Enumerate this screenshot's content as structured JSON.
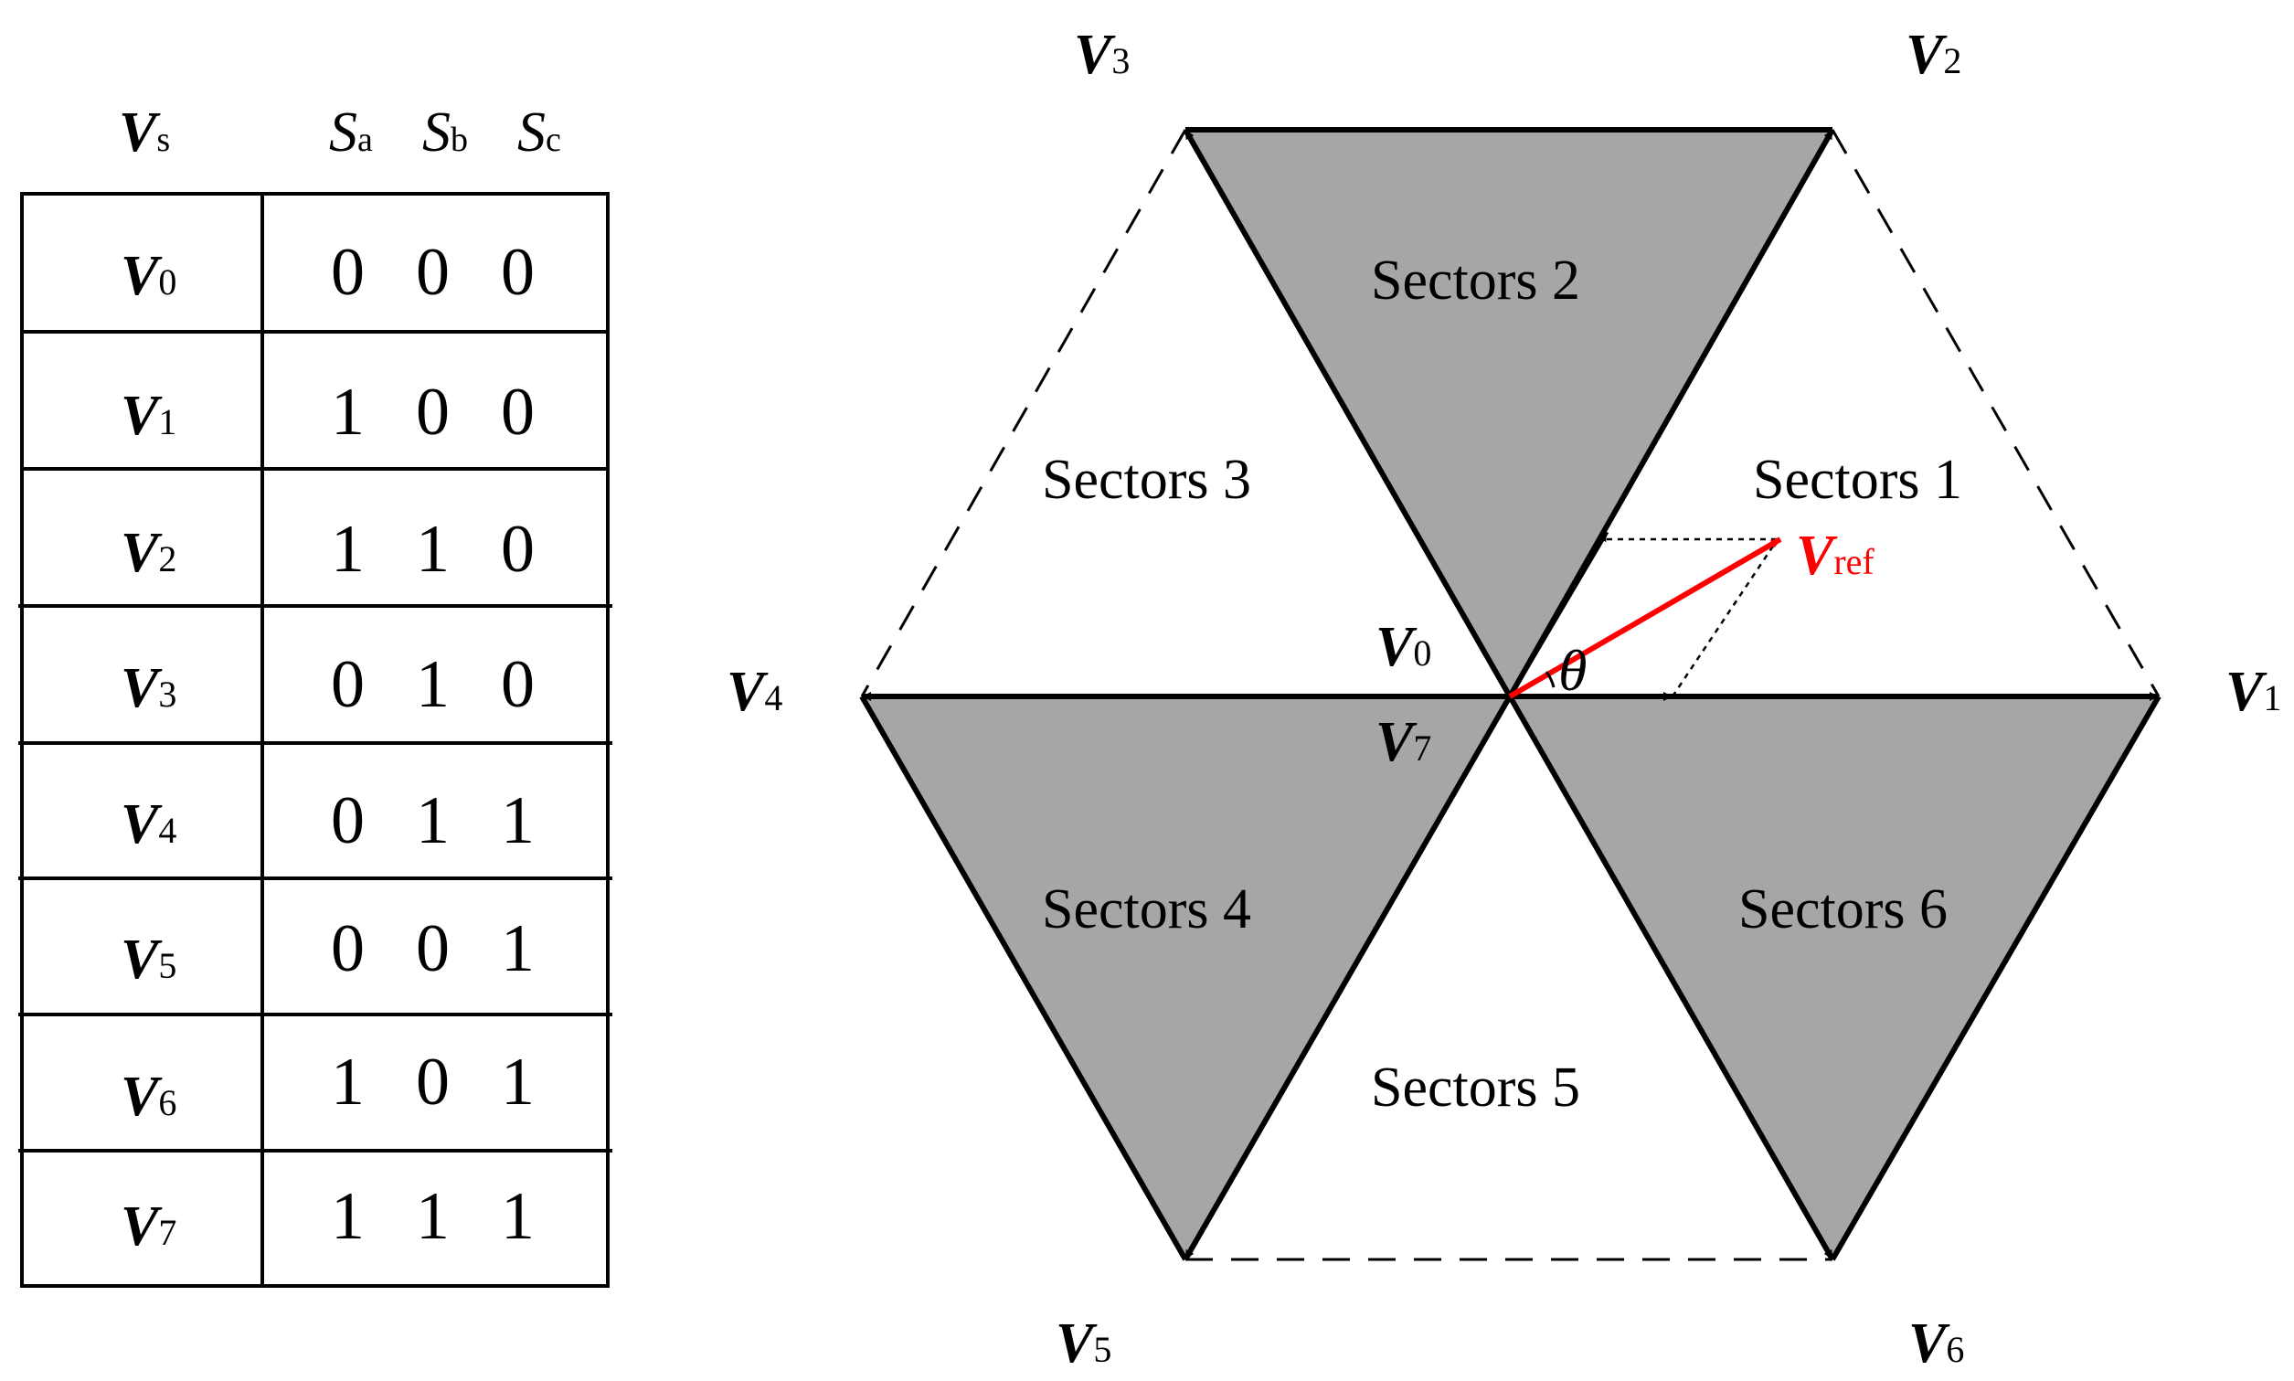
{
  "table": {
    "header": {
      "vs_main": "V",
      "vs_sub": "s",
      "switches": [
        {
          "main": "S",
          "sub": "a"
        },
        {
          "main": "S",
          "sub": "b"
        },
        {
          "main": "S",
          "sub": "c"
        }
      ]
    },
    "rows": [
      {
        "v_main": "V",
        "v_sub": "0",
        "states": [
          "0",
          "0",
          "0"
        ]
      },
      {
        "v_main": "V",
        "v_sub": "1",
        "states": [
          "1",
          "0",
          "0"
        ]
      },
      {
        "v_main": "V",
        "v_sub": "2",
        "states": [
          "1",
          "1",
          "0"
        ]
      },
      {
        "v_main": "V",
        "v_sub": "3",
        "states": [
          "0",
          "1",
          "0"
        ]
      },
      {
        "v_main": "V",
        "v_sub": "4",
        "states": [
          "0",
          "1",
          "1"
        ]
      },
      {
        "v_main": "V",
        "v_sub": "5",
        "states": [
          "0",
          "0",
          "1"
        ]
      },
      {
        "v_main": "V",
        "v_sub": "6",
        "states": [
          "1",
          "0",
          "1"
        ]
      },
      {
        "v_main": "V",
        "v_sub": "7",
        "states": [
          "1",
          "1",
          "1"
        ]
      }
    ]
  },
  "hexagon": {
    "vertices": [
      {
        "main": "V",
        "sub": "1"
      },
      {
        "main": "V",
        "sub": "2"
      },
      {
        "main": "V",
        "sub": "3"
      },
      {
        "main": "V",
        "sub": "4"
      },
      {
        "main": "V",
        "sub": "5"
      },
      {
        "main": "V",
        "sub": "6"
      }
    ],
    "center_top": {
      "main": "V",
      "sub": "0"
    },
    "center_bottom": {
      "main": "V",
      "sub": "7"
    },
    "sectors": [
      "Sectors 1",
      "Sectors 2",
      "Sectors 3",
      "Sectors 4",
      "Sectors 5",
      "Sectors 6"
    ],
    "reference": {
      "main": "V",
      "sub": "ref"
    },
    "angle": "θ",
    "colors": {
      "shaded": "#a6a6a6",
      "reference": "#ff0000",
      "line": "#000000"
    }
  }
}
